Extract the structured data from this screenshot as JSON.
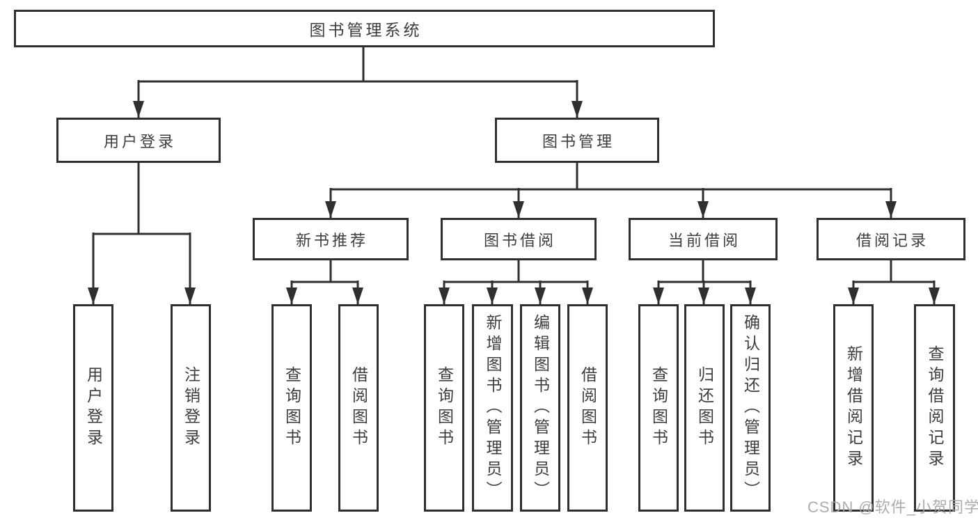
{
  "diagram_title": "图书管理系统",
  "nodes": {
    "root": "图书管理系统",
    "login": "用户登录",
    "mgmt": "图书管理",
    "l3": [
      "新书推荐",
      "图书借阅",
      "当前借阅",
      "借阅记录"
    ],
    "leaves": [
      "用户登录",
      "注销登录",
      "查询图书",
      "借阅图书",
      "查询图书",
      "新增图书（管理员）",
      "编辑图书（管理员）",
      "借阅图书",
      "查询图书",
      "归还图书",
      "确认归还（管理员）",
      "新增借阅记录",
      "查询借阅记录"
    ]
  },
  "tree": {
    "图书管理系统": {
      "用户登录": [
        "用户登录",
        "注销登录"
      ],
      "图书管理": {
        "新书推荐": [
          "查询图书",
          "借阅图书"
        ],
        "图书借阅": [
          "查询图书",
          "新增图书（管理员）",
          "编辑图书（管理员）",
          "借阅图书"
        ],
        "当前借阅": [
          "查询图书",
          "归还图书",
          "确认归还（管理员）"
        ],
        "借阅记录": [
          "新增借阅记录",
          "查询借阅记录"
        ]
      }
    }
  },
  "watermark": "CSDN @软件_小贺同学",
  "colors": {
    "line": "#333333",
    "background": "#ffffff",
    "box_fill": "#ffffff",
    "box_border": "#2f2f2f",
    "text": "#3d3d3d",
    "watermark": "#a6a6a6"
  }
}
